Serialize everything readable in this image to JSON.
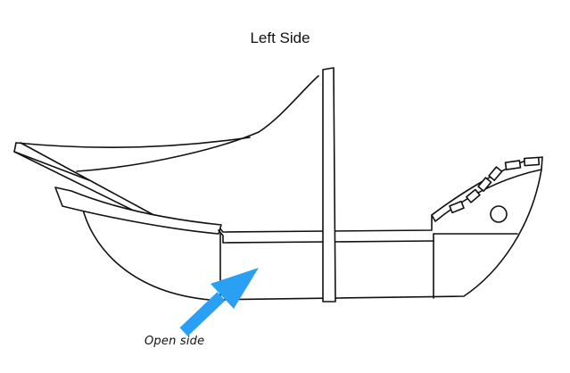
{
  "title": "Left Side",
  "annotation": {
    "label": "Open side",
    "arrow_color": "#2aa0f5"
  },
  "icons": {
    "arrow": "arrow-up-right-icon",
    "ship": "ship-hull-drawing"
  }
}
